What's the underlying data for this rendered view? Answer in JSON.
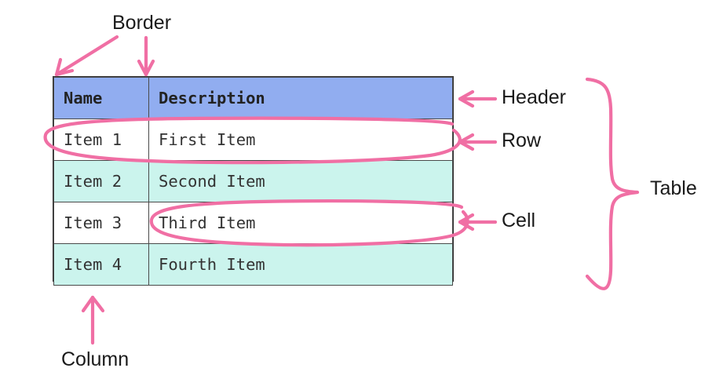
{
  "diagram": {
    "title": "HTML table anatomy diagram",
    "accent_color": "#f06fa4",
    "header_fill": "#91adf0",
    "stripe_fill": "#cbf4ed",
    "plain_fill": "#ffffff",
    "border_color": "#4a4a4a",
    "text_color": "#333333"
  },
  "table": {
    "columns": [
      "Name",
      "Description"
    ],
    "rows": [
      {
        "name": "Item 1",
        "description": "First Item"
      },
      {
        "name": "Item 2",
        "description": "Second Item"
      },
      {
        "name": "Item 3",
        "description": "Third Item"
      },
      {
        "name": "Item 4",
        "description": "Fourth Item"
      }
    ]
  },
  "annotations": {
    "border": "Border",
    "header": "Header",
    "row": "Row",
    "cell": "Cell",
    "table": "Table",
    "column": "Column"
  }
}
